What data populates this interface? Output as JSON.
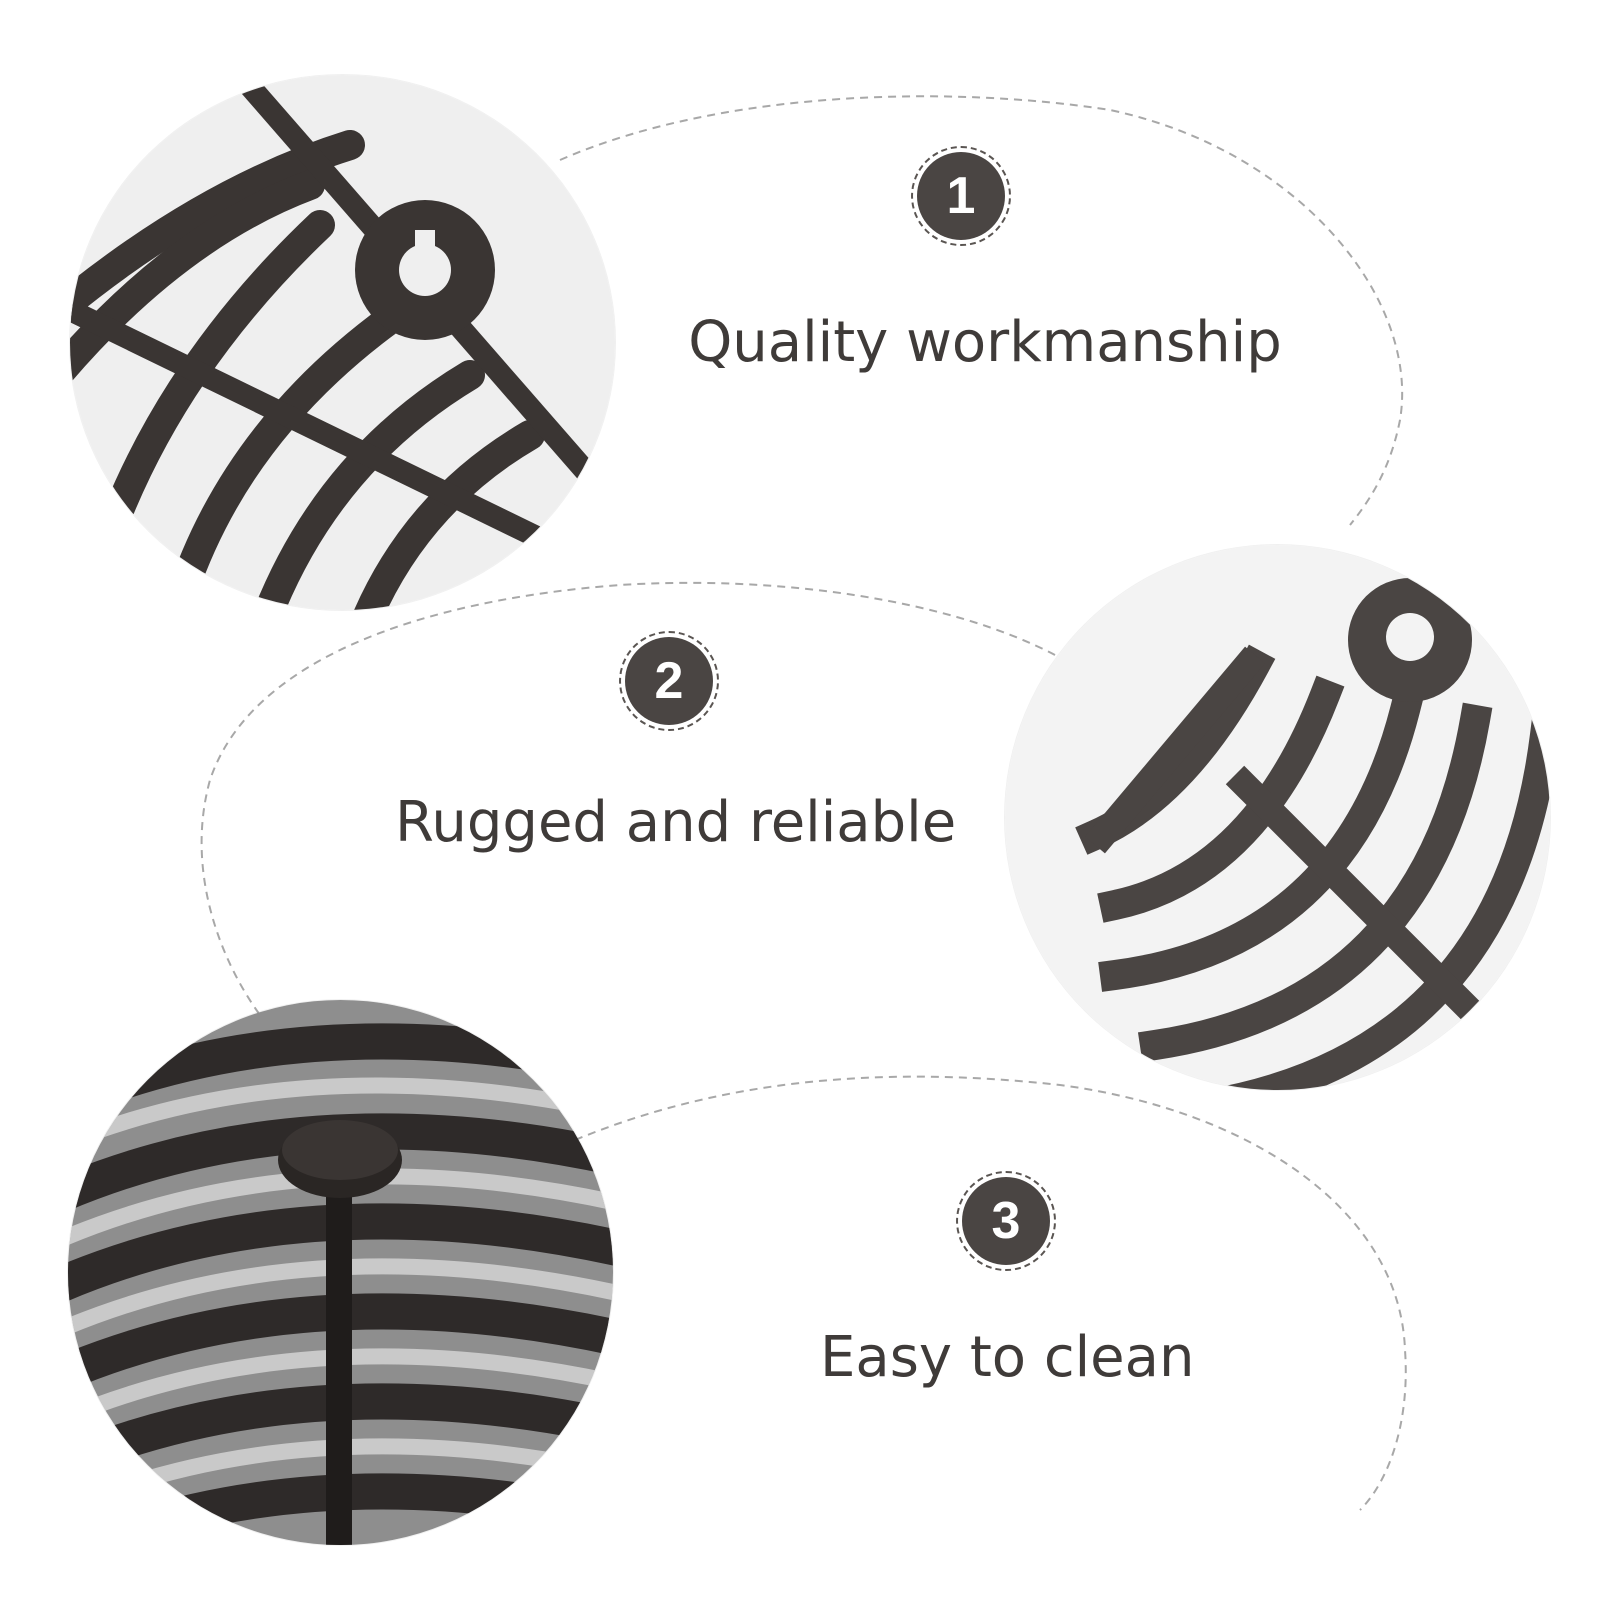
{
  "features": [
    {
      "number": "1",
      "label": "Quality workmanship"
    },
    {
      "number": "2",
      "label": "Rugged and reliable"
    },
    {
      "number": "3",
      "label": "Easy to clean"
    }
  ],
  "colors": {
    "badge_fill": "#4a4543",
    "text": "#3f3b39",
    "product": "#3a3533",
    "dashed_line": "#9a9a9a",
    "photo_background": "#efefef"
  },
  "photos": [
    {
      "subject": "grid-closeup-with-mounting-hole"
    },
    {
      "subject": "grid-corner-with-mounting-hole"
    },
    {
      "subject": "grid-with-pin-closeup"
    }
  ]
}
